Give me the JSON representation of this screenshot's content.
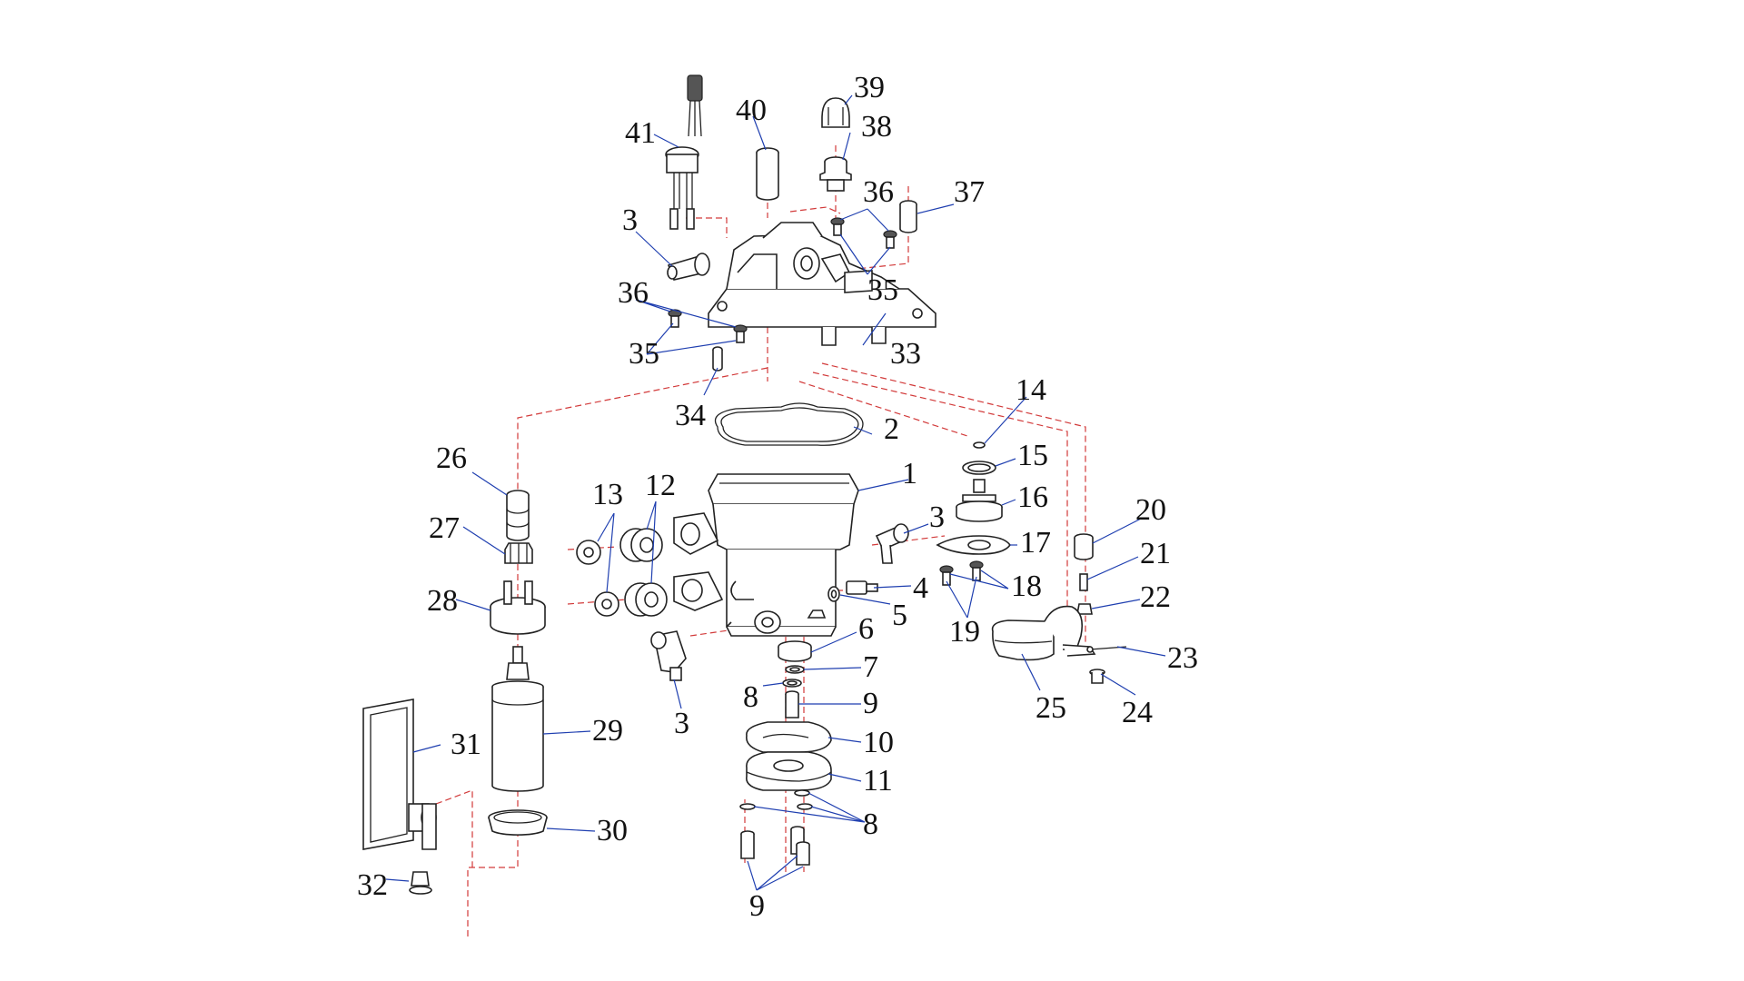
{
  "diagram": {
    "type": "exploded-parts-diagram",
    "part_labels": [
      "1",
      "2",
      "3",
      "4",
      "5",
      "6",
      "7",
      "8",
      "9",
      "10",
      "11",
      "12",
      "13",
      "14",
      "15",
      "16",
      "17",
      "18",
      "19",
      "20",
      "21",
      "22",
      "23",
      "24",
      "25",
      "26",
      "27",
      "28",
      "29",
      "30",
      "31",
      "32",
      "33",
      "34",
      "35",
      "36",
      "37",
      "38",
      "39",
      "40",
      "41"
    ],
    "colors": {
      "linework": "#222222",
      "leader_lines": "#1f3fb0",
      "assembly_axes": "#d23a3a",
      "background": "#ffffff"
    }
  }
}
